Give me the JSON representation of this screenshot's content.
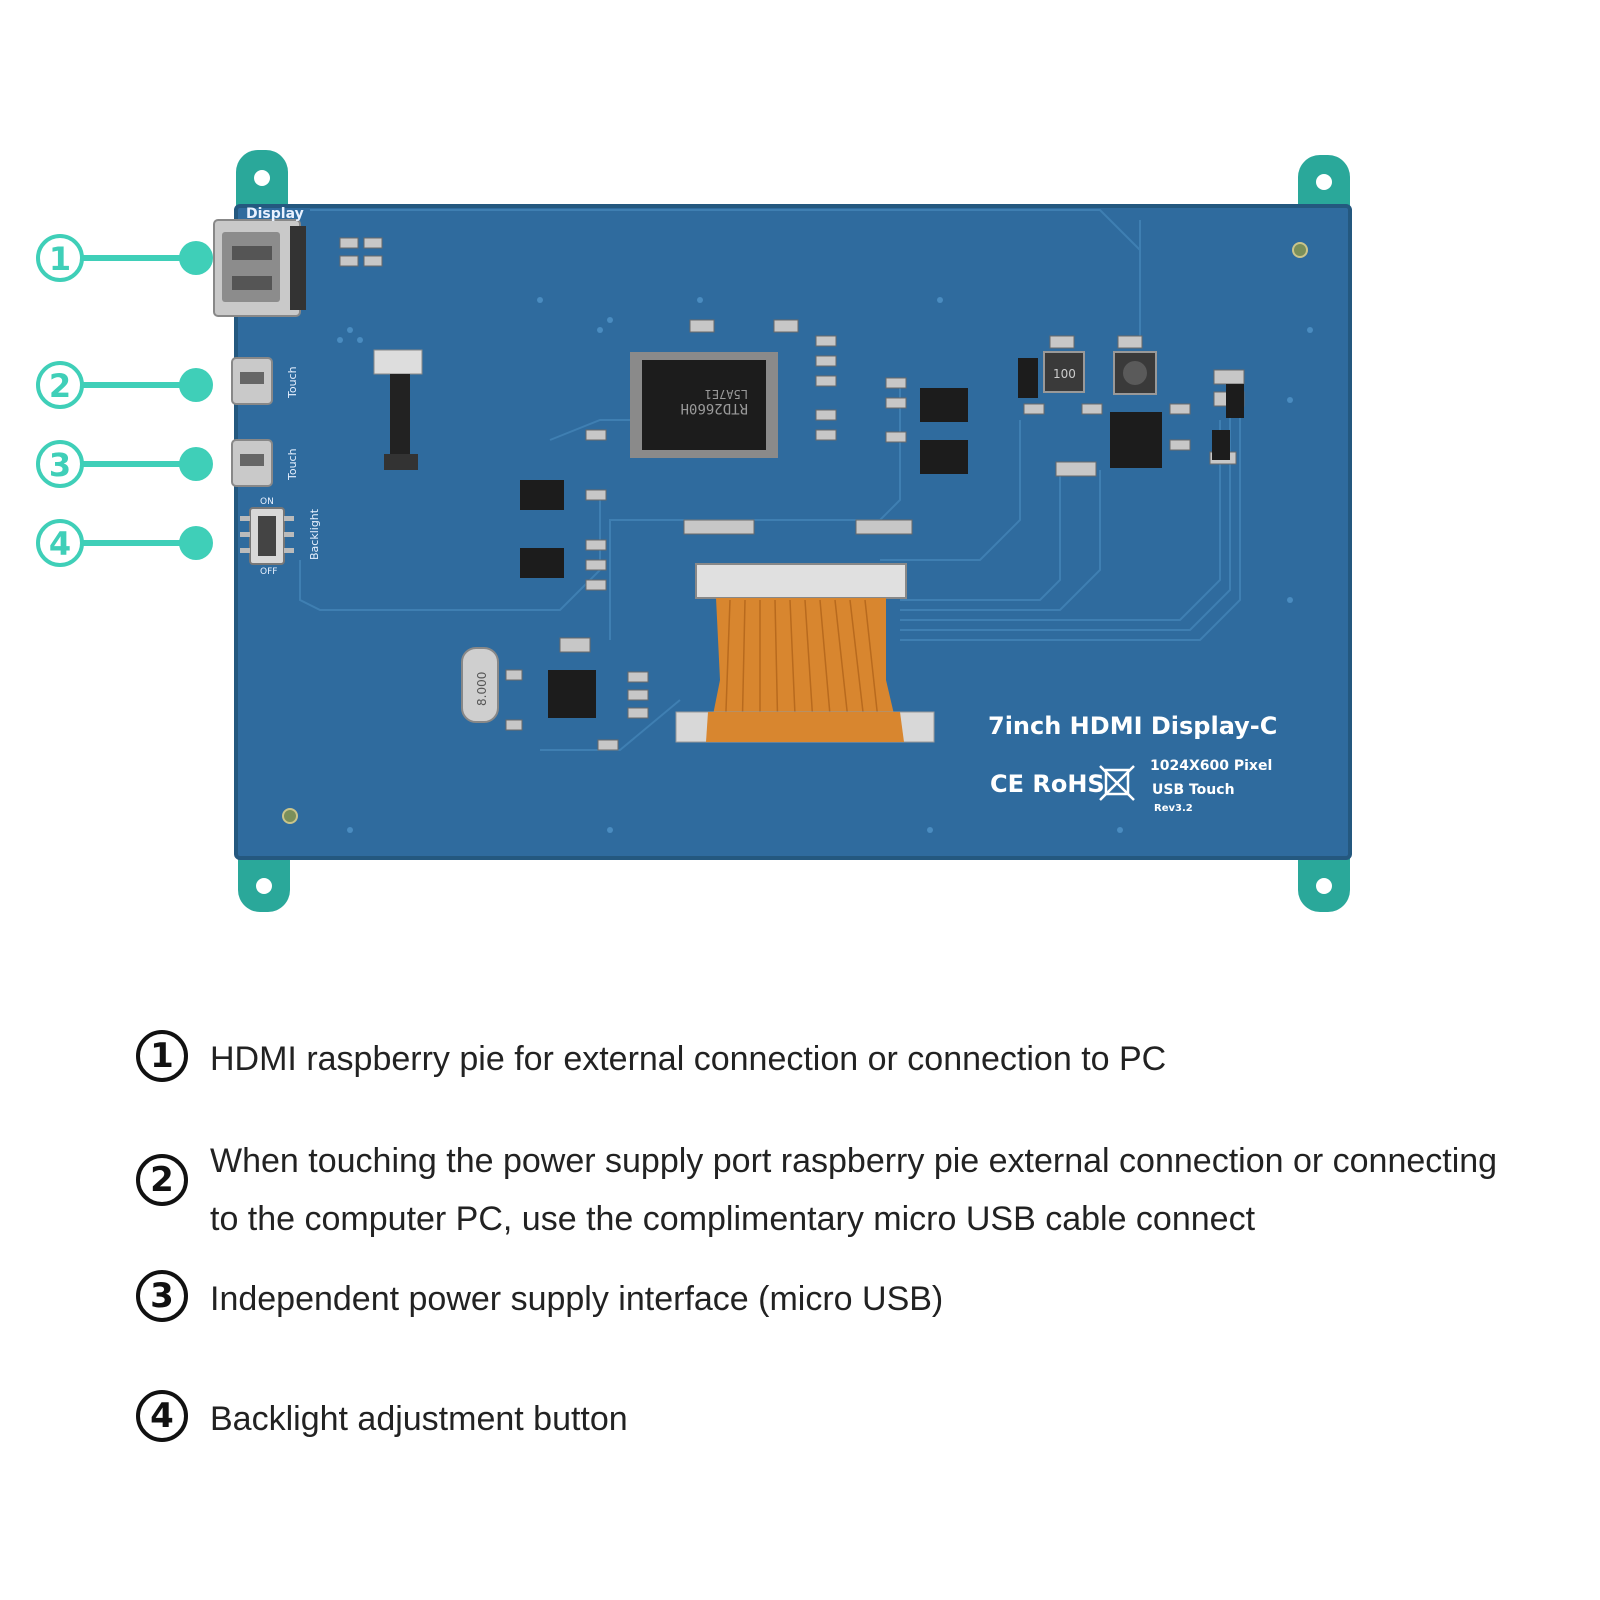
{
  "board": {
    "port_label_display": "Display",
    "port_label_touch_1": "Touch",
    "port_label_touch_2": "Touch",
    "switch_label_backlight": "Backlight",
    "switch_label_on": "ON",
    "switch_label_off": "OFF",
    "product_name": "7inch HDMI Display-C",
    "resolution": "1024X600 Pixel",
    "touch_type": "USB Touch",
    "revision": "Rev3.2",
    "cert_marks": "CE RoHS",
    "chip_main_text_1": "RTD2660H",
    "chip_main_text_2": "L5A7E1",
    "inductor_text": "100",
    "crystal_text": "8.000",
    "colors": {
      "pcb": "#2f6b9e",
      "pcb_dark": "#24587f",
      "tab": "#2aa89a",
      "callout": "#3fcfb8",
      "flex_cable": "#d8862f"
    }
  },
  "callouts": [
    {
      "number": "1",
      "target": "HDMI port"
    },
    {
      "number": "2",
      "target": "Touch micro USB"
    },
    {
      "number": "3",
      "target": "Power micro USB"
    },
    {
      "number": "4",
      "target": "Backlight switch"
    }
  ],
  "legend": [
    {
      "number": "1",
      "text": "HDMI raspberry pie for external connection or connection to PC"
    },
    {
      "number": "2",
      "text": "When touching the power supply port raspberry pie external connection or connecting to the computer PC, use the complimentary micro USB cable connect"
    },
    {
      "number": "3",
      "text": "Independent power supply interface (micro USB)"
    },
    {
      "number": "4",
      "text": "Backlight adjustment button"
    }
  ]
}
